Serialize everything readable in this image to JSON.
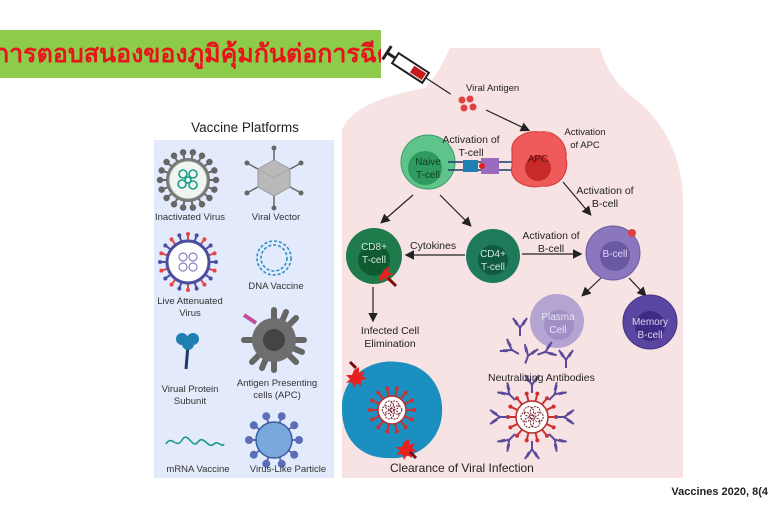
{
  "title": "การตอบสนองของภูมิคุ้มกันต่อการฉีดวัคซีน",
  "citation": "Vaccines 2020, 8(4",
  "colors": {
    "banner_bg": "#8ccc4a",
    "title_text": "#e8141c",
    "panel_bg": "#e3eafb",
    "body_bg": "#f7e3e3",
    "naive_tcell": "#5fc48a",
    "apc": "#ef5a5a",
    "cd8_tcell": "#1f7a4c",
    "cd4_tcell": "#1f7a5c",
    "bcell": "#8a77bd",
    "plasma_cell": "#b3a4d2",
    "memory_bcell": "#5a45a0",
    "infected_cell": "#1a8fc0",
    "antibody": "#5b4a9a"
  },
  "platforms": {
    "title": "Vaccine Platforms",
    "items": [
      {
        "icon": "inactivated-virus-icon",
        "label": "Inactivated Virus"
      },
      {
        "icon": "viral-vector-icon",
        "label": "Viral Vector"
      },
      {
        "icon": "live-attenuated-virus-icon",
        "label": "Live Attenuated Virus"
      },
      {
        "icon": "dna-vaccine-icon",
        "label": "DNA Vaccine"
      },
      {
        "icon": "viral-protein-subunit-icon",
        "label": "Virual Protein Subunit"
      },
      {
        "icon": "apc-icon",
        "label": "Antigen Presenting cells (APC)"
      },
      {
        "icon": "mrna-vaccine-icon",
        "label": "mRNA Vaccine"
      },
      {
        "icon": "virus-like-particle-icon",
        "label": "Virus-Like Particle"
      }
    ]
  },
  "diagram": {
    "viral_antigen": "Viral  Antigen",
    "activation_of_apc": [
      "Activation",
      "of APC"
    ],
    "activation_of_tcell": [
      "Activation of",
      "T-cell"
    ],
    "activation_of_bcell_top": [
      "Activation of",
      "B-cell"
    ],
    "activation_of_bcell_mid": [
      "Activation of",
      "B-cell"
    ],
    "cytokines": "Cytokines",
    "infected_cell_elimination": [
      "Infected Cell",
      "Elimination"
    ],
    "neutralizing_antibodies": "Neutralizing Antibodies",
    "clearance": "Clearance of Viral Infection",
    "cells": {
      "naive_tcell": [
        "Naive",
        "T-cell"
      ],
      "apc": "APC",
      "cd8": [
        "CD8+",
        "T-cell"
      ],
      "cd4": [
        "CD4+",
        "T-cell"
      ],
      "bcell": "B-cell",
      "plasma": [
        "Plasma",
        "Cell"
      ],
      "memory": [
        "Memory",
        "B-cell"
      ]
    }
  }
}
